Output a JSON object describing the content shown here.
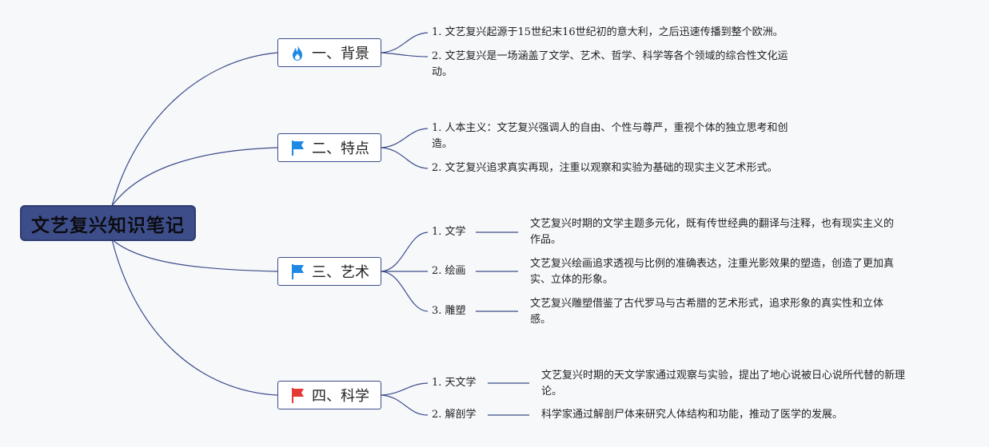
{
  "root": {
    "title": "文艺复兴知识笔记"
  },
  "branches": [
    {
      "label": "一、背景",
      "icon": "fire-icon",
      "icon_color": "#1e88e5",
      "items": [
        {
          "text": "1. 文艺复兴起源于15世纪末16世纪初的意大利，之后迅速传播到整个欧洲。"
        },
        {
          "text_line1": "2. 文艺复兴是一场涵盖了文学、艺术、哲学、科学等各个领域的综合性文化运",
          "text_line2": "动。"
        }
      ]
    },
    {
      "label": "二、特点",
      "icon": "flag-icon",
      "icon_color": "#1e88e5",
      "items": [
        {
          "text_line1": "1. 人本主义：文艺复兴强调人的自由、个性与尊严，重视个体的独立思考和创",
          "text_line2": "造。"
        },
        {
          "text": "2. 文艺复兴追求真实再现，注重以观察和实验为基础的现实主义艺术形式。"
        }
      ]
    },
    {
      "label": "三、艺术",
      "icon": "flag-icon",
      "icon_color": "#1e88e5",
      "items": [
        {
          "label": "1. 文学",
          "desc_line1": "文艺复兴时期的文学主题多元化，既有传世经典的翻译与注释，也有现实主义的",
          "desc_line2": "作品。"
        },
        {
          "label": "2. 绘画",
          "desc_line1": "文艺复兴绘画追求透视与比例的准确表达，注重光影效果的塑造，创造了更加真",
          "desc_line2": "实、立体的形象。"
        },
        {
          "label": "3. 雕塑",
          "desc_line1": "文艺复兴雕塑借鉴了古代罗马与古希腊的艺术形式，追求形象的真实性和立体",
          "desc_line2": "感。"
        }
      ]
    },
    {
      "label": "四、科学",
      "icon": "flag-icon",
      "icon_color": "#e53935",
      "items": [
        {
          "label": "1. 天文学",
          "desc_line1": "文艺复兴时期的天文学家通过观察与实验，提出了地心说被日心说所代替的新理",
          "desc_line2": "论。"
        },
        {
          "label": "2. 解剖学",
          "desc_line1": "科学家通过解剖尸体来研究人体结构和功能，推动了医学的发展。"
        }
      ]
    }
  ],
  "colors": {
    "line": "#3c4d8a",
    "root_bg": "#3c4d8a"
  }
}
